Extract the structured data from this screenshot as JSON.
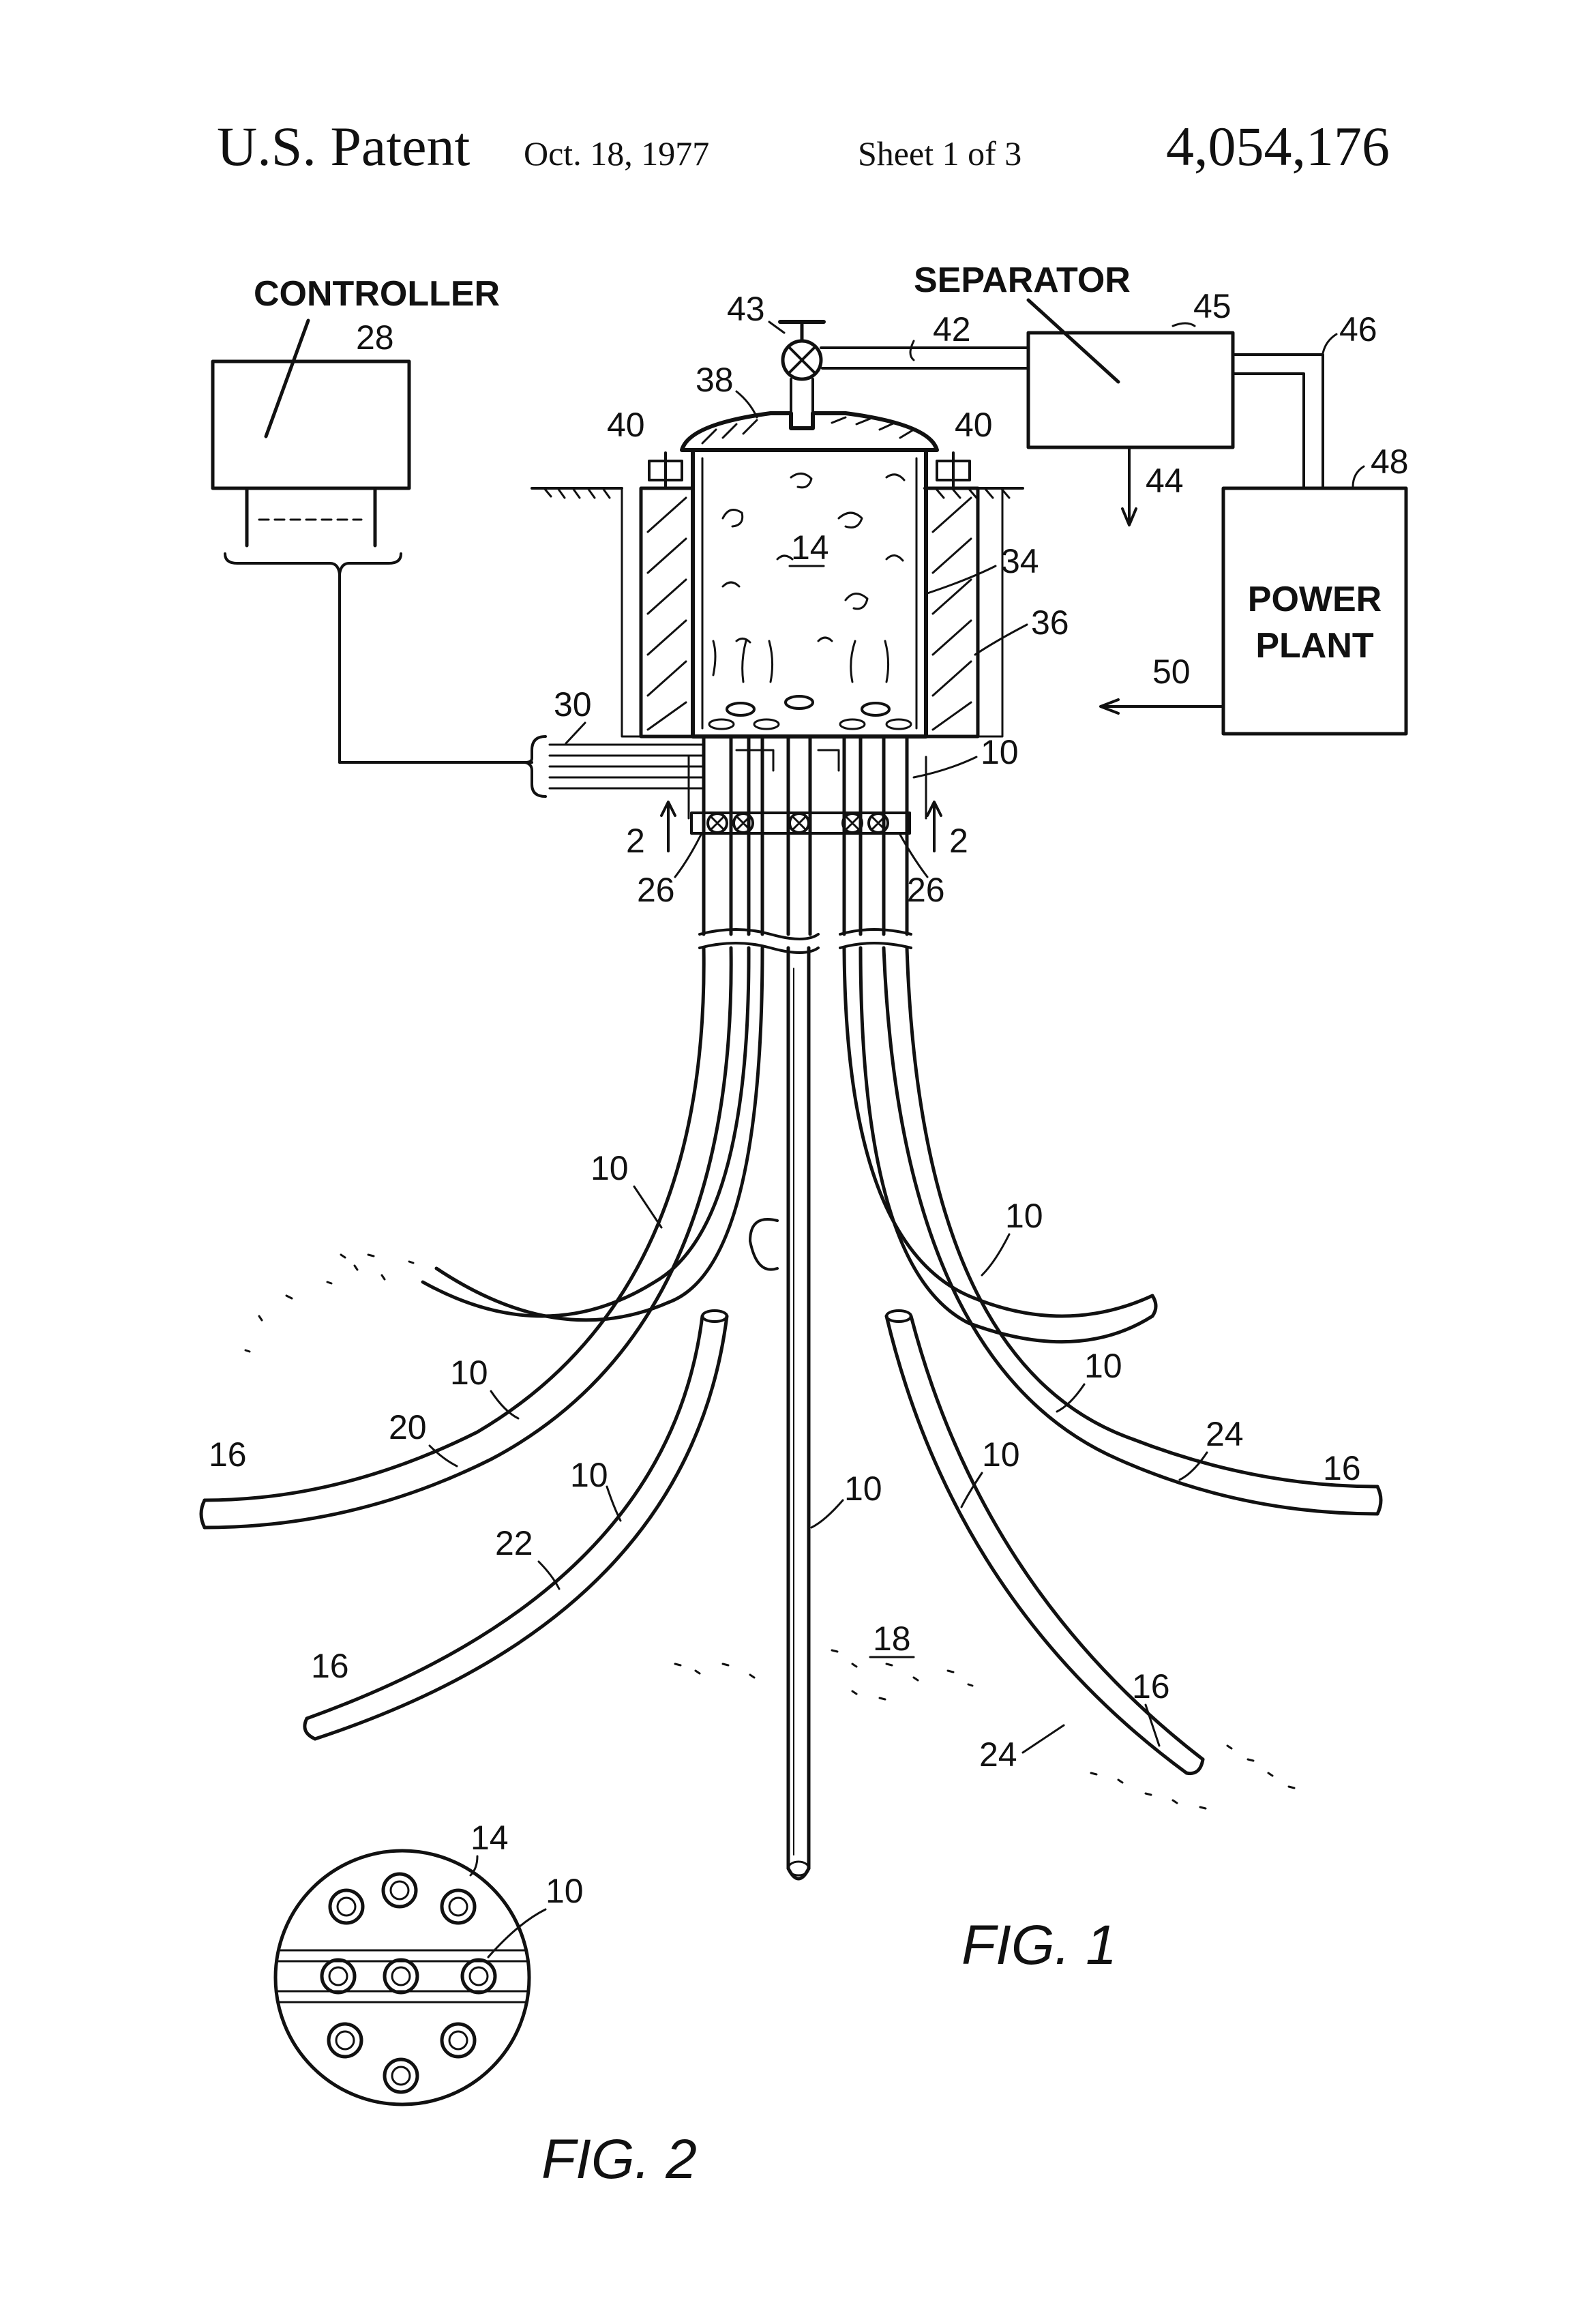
{
  "header": {
    "title": "U.S. Patent",
    "date": "Oct. 18, 1977",
    "sheet": "Sheet 1 of 3",
    "patent_number": "4,054,176"
  },
  "boxes": {
    "controller": "CONTROLLER",
    "separator": "SEPARATOR",
    "power_plant_line1": "POWER",
    "power_plant_line2": "PLANT"
  },
  "refs": {
    "r28": "28",
    "r43": "43",
    "r42": "42",
    "r45": "45",
    "r46": "46",
    "r38": "38",
    "r40": "40",
    "r48": "48",
    "r44": "44",
    "r14": "14",
    "r34": "34",
    "r36": "36",
    "r50": "50",
    "r30": "30",
    "r10": "10",
    "r2": "2",
    "r26": "26",
    "r16": "16",
    "r20": "20",
    "r22": "22",
    "r24": "24",
    "r18": "18"
  },
  "figures": {
    "fig1": "FIG. 1",
    "fig2": "FIG. 2"
  },
  "colors": {
    "ink": "#111111",
    "paper": "#ffffff"
  }
}
